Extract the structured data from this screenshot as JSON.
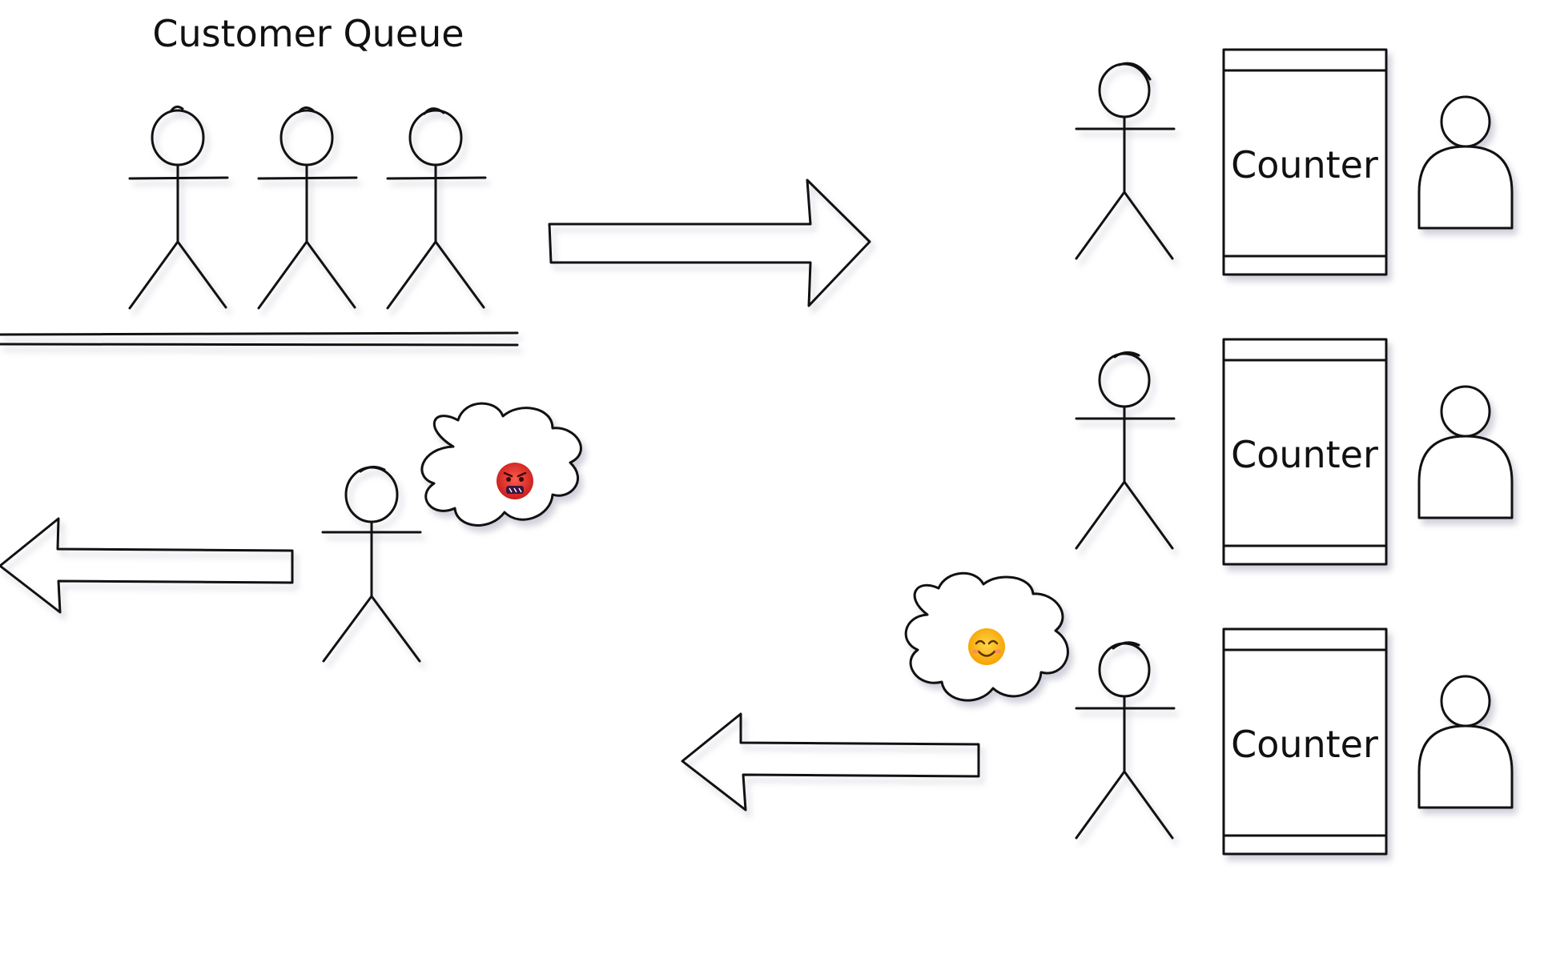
{
  "queue": {
    "title": "Customer Queue",
    "people_count": 3
  },
  "counters": [
    {
      "label": "Counter"
    },
    {
      "label": "Counter"
    },
    {
      "label": "Counter"
    }
  ],
  "moods": {
    "unhappy_icon": "angry-face-icon",
    "happy_icon": "smiling-face-icon"
  },
  "colors": {
    "ink": "#111111",
    "angry": "#e53935",
    "happy": "#ffb300",
    "shadow": "#8a8ab0"
  }
}
